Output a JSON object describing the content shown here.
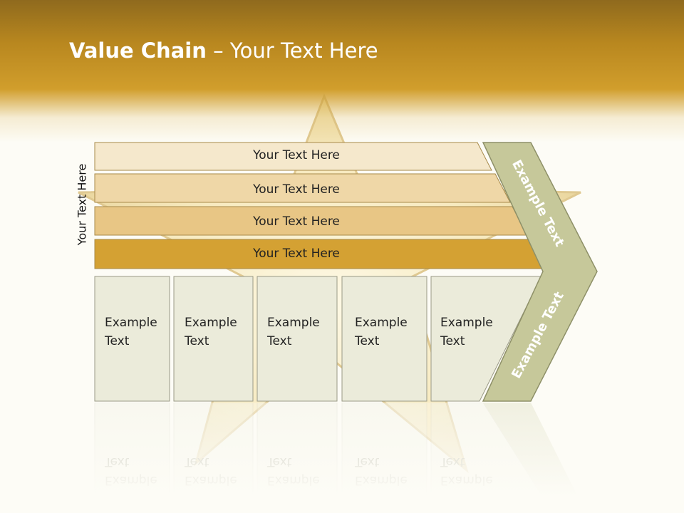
{
  "title": {
    "bold": "Value Chain",
    "rest": " – Your Text Here"
  },
  "side_label": "Your Text Here",
  "bands": [
    {
      "label": "Your Text Here",
      "color": "#f5e8cc"
    },
    {
      "label": "Your Text Here",
      "color": "#efd7a7"
    },
    {
      "label": "Your Text Here",
      "color": "#e8c685"
    },
    {
      "label": "Your Text Here",
      "color": "#d4a133"
    }
  ],
  "boxes": [
    {
      "label": "Example\nText"
    },
    {
      "label": "Example\nText"
    },
    {
      "label": "Example\nText"
    },
    {
      "label": "Example\nText"
    },
    {
      "label": "Example\nText"
    }
  ],
  "chevron": {
    "upper_label": "Example Text",
    "lower_label": "Example Text",
    "color": "#c6c89a"
  },
  "colors": {
    "header": "#b8871f",
    "box_fill": "#ebebda",
    "box_stroke": "#9a9a86"
  }
}
